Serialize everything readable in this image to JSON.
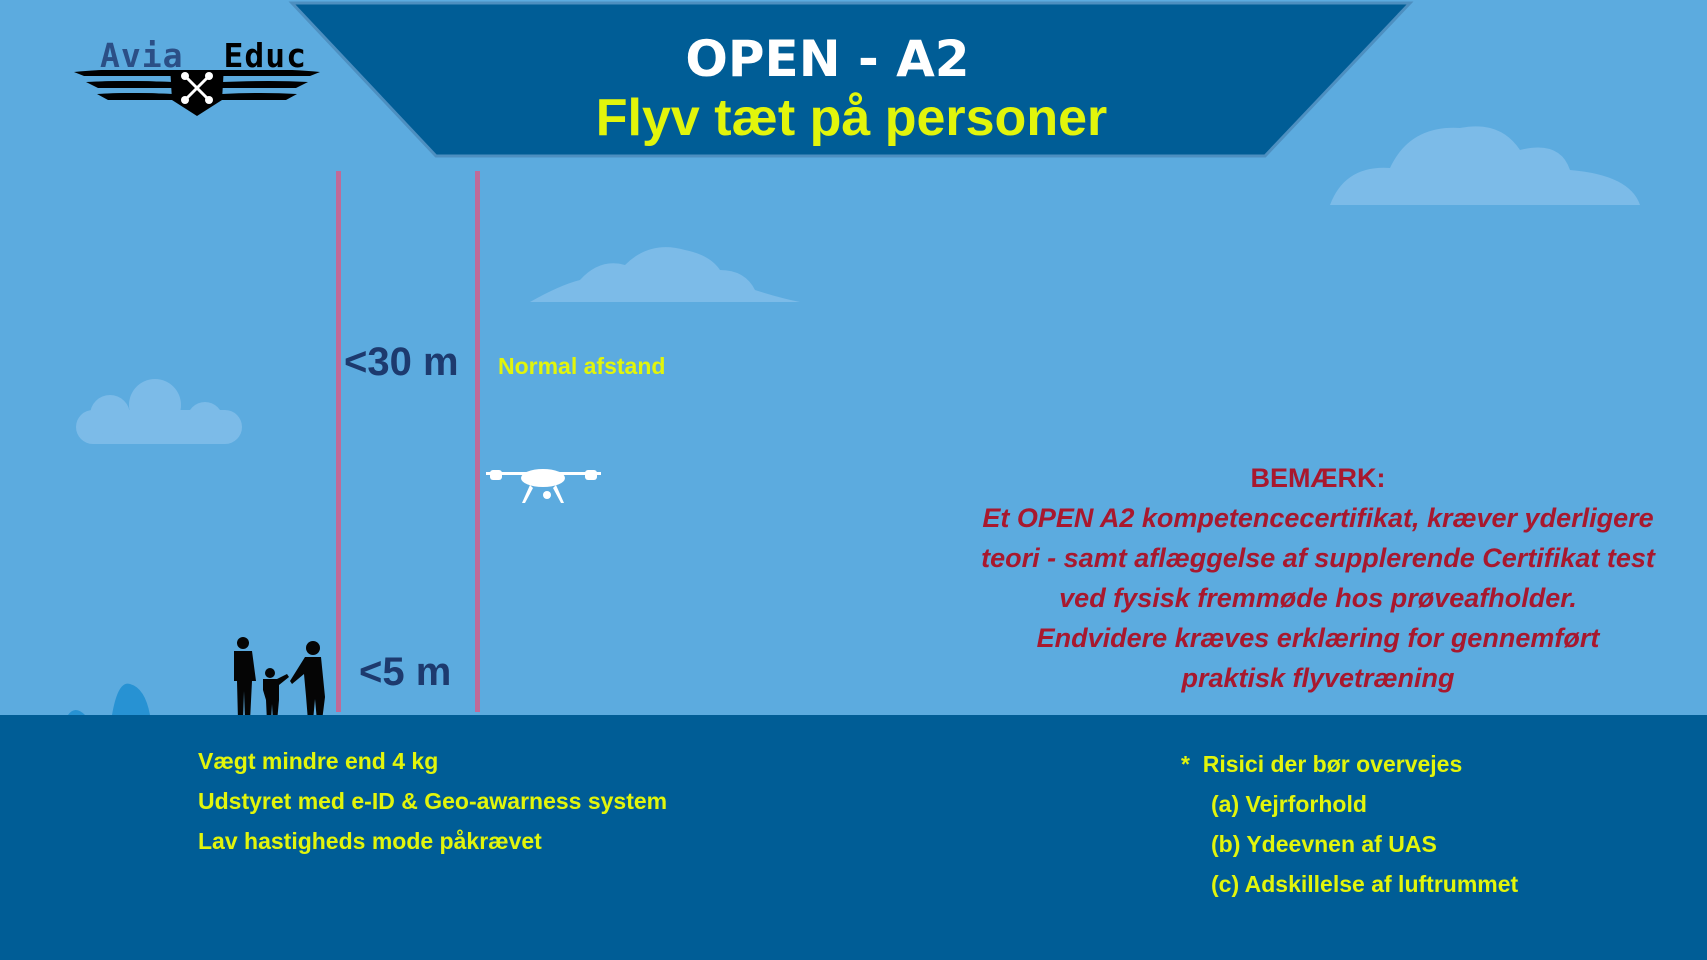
{
  "logo": {
    "text_left": "Avia",
    "text_right": "Educ"
  },
  "header": {
    "title": "OPEN - A2",
    "subtitle": "Flyv tæt på personer"
  },
  "diagram": {
    "distance_max": "<30 m",
    "distance_label": "Normal afstand",
    "distance_min": "<5 m"
  },
  "note": {
    "heading": "BEMÆRK:",
    "lines": [
      "Et OPEN A2 kompetencecertifikat, kræver yderligere",
      "teori - samt aflæggelse af supplerende Certifikat test",
      "ved fysisk fremmøde hos prøveafholder.",
      "Endvidere kræves erklæring for gennemført",
      "praktisk flyvetræning"
    ]
  },
  "requirements": [
    "Vægt mindre end 4 kg",
    "Udstyret med e-ID & Geo-awarness system",
    "Lav hastigheds mode påkrævet"
  ],
  "risks": {
    "heading": "*  Risici der bør overvejes",
    "items": [
      "(a) Vejrforhold",
      "(b) Ydeevnen af UAS",
      "(c) Adskillelse af luftrummet"
    ]
  },
  "colors": {
    "sky": "#5cabdf",
    "dark": "#005d96",
    "yellow": "#e2f50b",
    "red": "#a8182e"
  }
}
